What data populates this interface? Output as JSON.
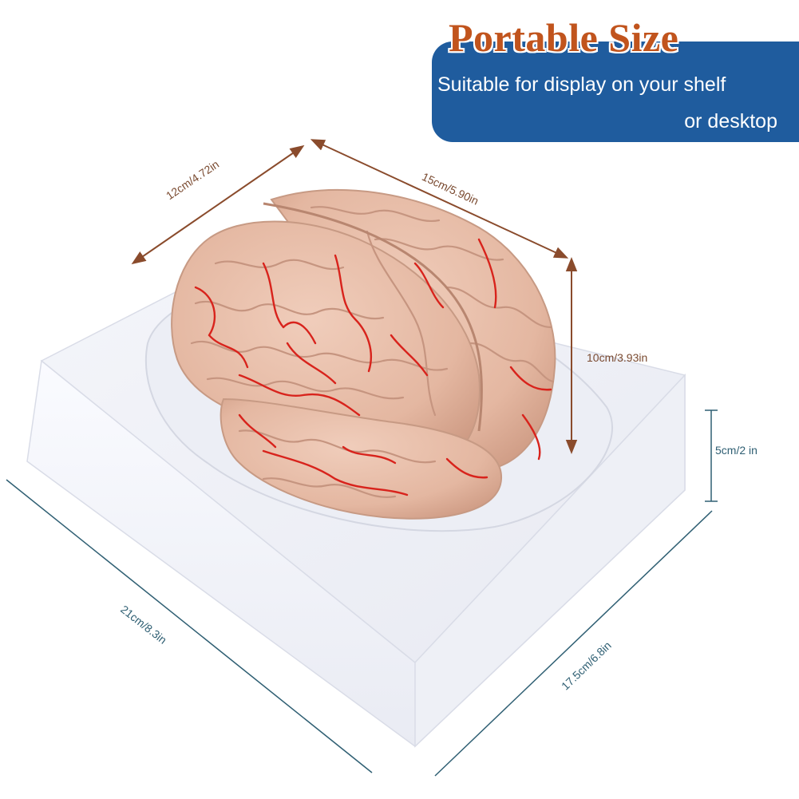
{
  "banner": {
    "title": "Portable Size",
    "line1": "Suitable for display on your shelf",
    "line2": "or desktop"
  },
  "dimensions": {
    "depth": "12cm/4.72in",
    "width": "15cm/5.90in",
    "height": "10cm/3.93in",
    "base_height": "5cm/2 in",
    "base_length": "21cm/8.3in",
    "base_width": "17.5cm/6.8in"
  },
  "colors": {
    "banner_blue": "#1f5c9e",
    "title_orange": "#c1541d",
    "arrow_brown": "#8a4b2c",
    "base_line_teal": "#2f5f73",
    "brain_pink": "#e9c0ac",
    "vessel_red": "#d8231c"
  }
}
